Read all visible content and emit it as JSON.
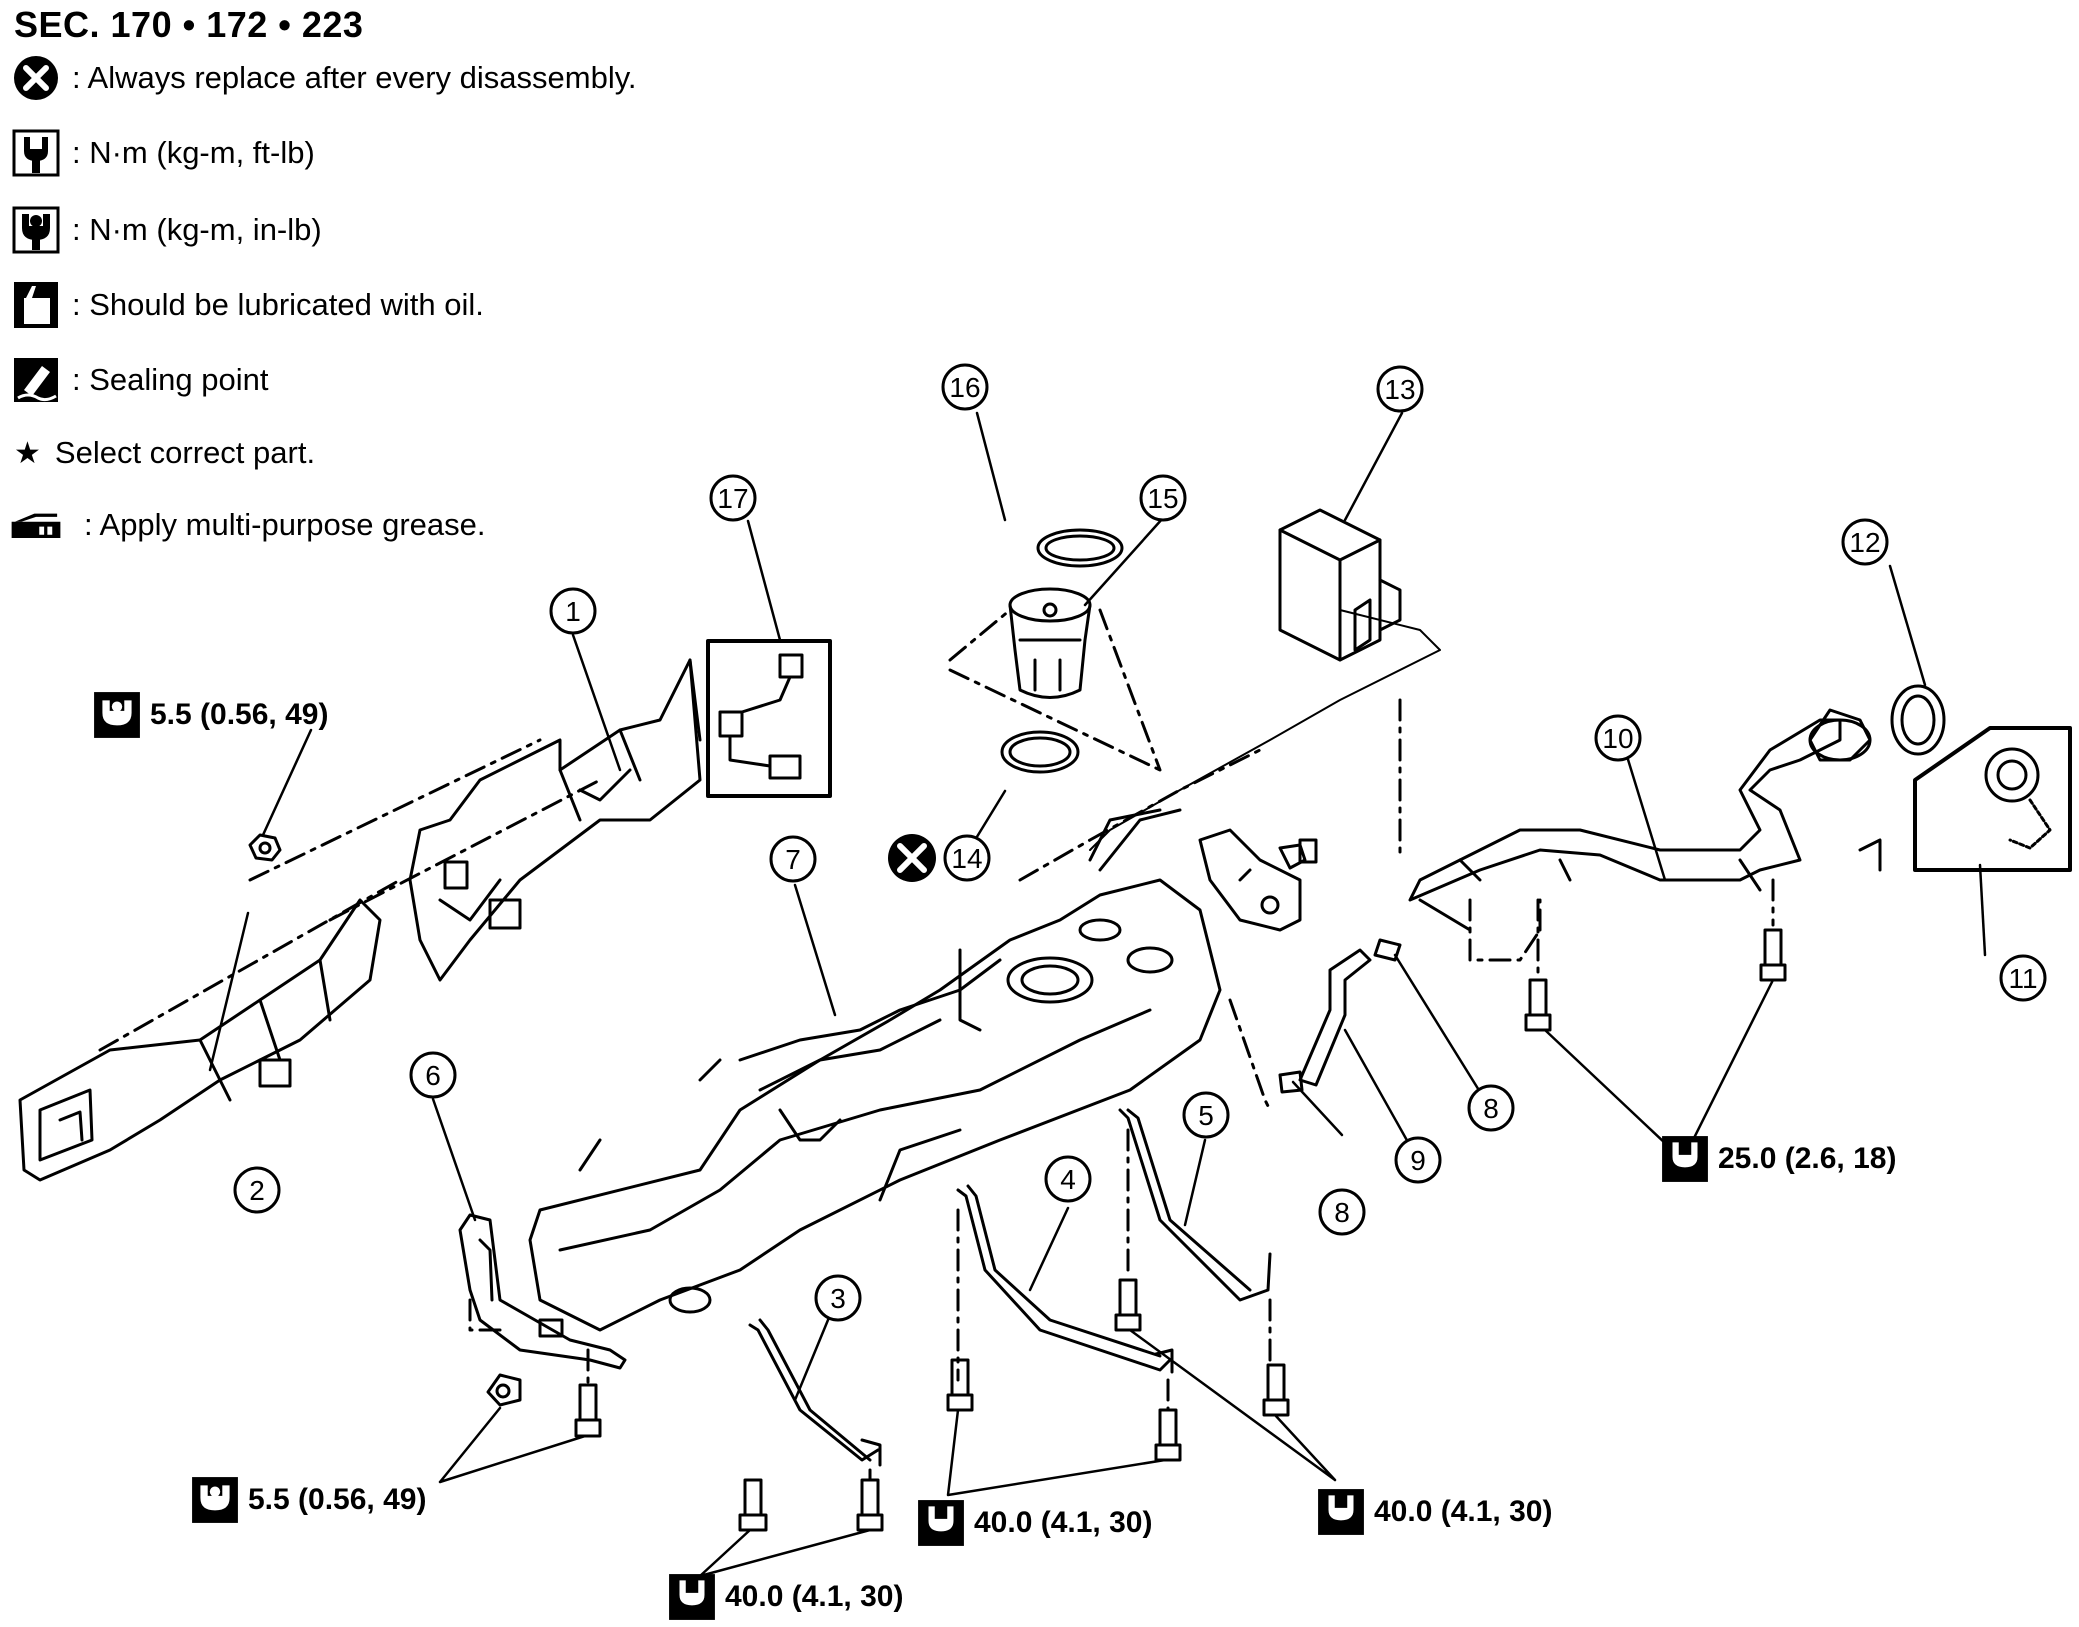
{
  "title": "SEC. 170 • 172 • 223",
  "legend": [
    {
      "icon": "replace-x-icon",
      "text": ": Always replace after every disassembly."
    },
    {
      "icon": "torque-wrench-icon",
      "text": ": N·m (kg-m, ft-lb)"
    },
    {
      "icon": "torque-wrench-small-icon",
      "text": ": N·m (kg-m, in-lb)"
    },
    {
      "icon": "oil-can-icon",
      "text": ": Should be lubricated with oil."
    },
    {
      "icon": "sealing-point-icon",
      "text": ": Sealing point"
    },
    {
      "icon": "star-icon",
      "text": "Select correct part."
    },
    {
      "icon": "grease-icon",
      "text": ": Apply multi-purpose grease."
    }
  ],
  "star_symbol": "★",
  "callouts": [
    "1",
    "2",
    "3",
    "4",
    "5",
    "6",
    "7",
    "8",
    "8",
    "9",
    "10",
    "11",
    "12",
    "13",
    "14",
    "15",
    "16",
    "17"
  ],
  "torques": {
    "t1": "5.5 (0.56, 49)",
    "t2": "5.5 (0.56, 49)",
    "t3": "40.0 (4.1, 30)",
    "t4": "40.0 (4.1, 30)",
    "t5": "40.0 (4.1, 30)",
    "t6": "25.0 (2.6, 18)"
  }
}
